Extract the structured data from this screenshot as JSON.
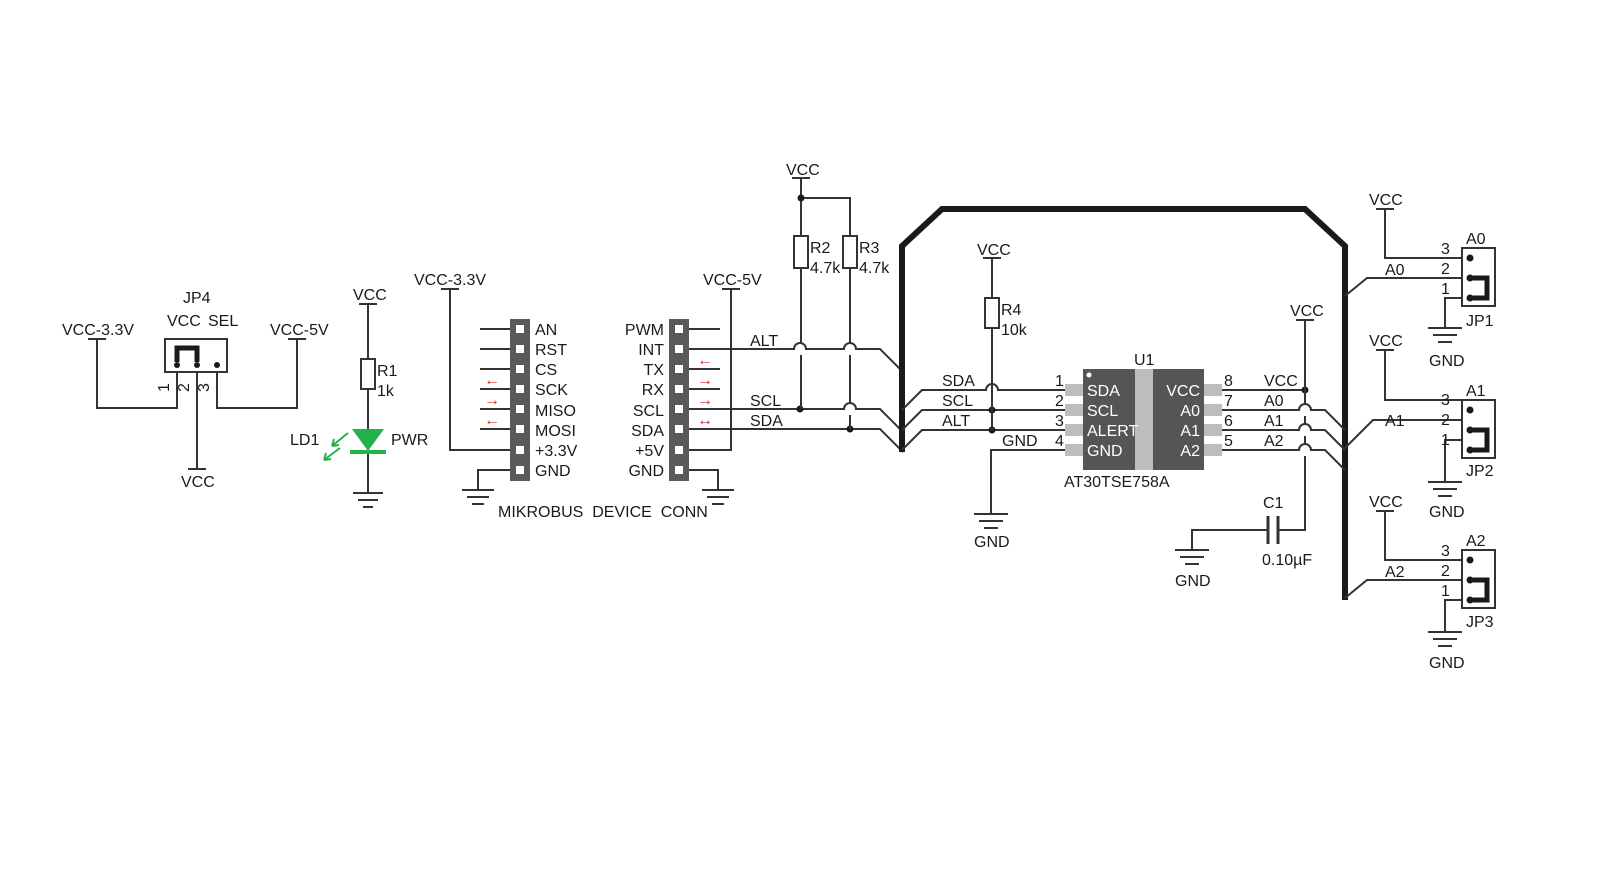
{
  "jp4": {
    "ref": "JP4",
    "pin_vcc": "VCC",
    "pin_sel": "SEL",
    "left_net": "VCC-3.3V",
    "right_net": "VCC-5V",
    "bottom_net": "VCC",
    "pin_numbers": [
      "1",
      "2",
      "3"
    ]
  },
  "led": {
    "supply": "VCC",
    "resistor_ref": "R1",
    "resistor_value": "1k",
    "ref": "LD1",
    "label": "PWR"
  },
  "mikrobus": {
    "left_supply": "VCC-3.3V",
    "right_supply": "VCC-5V",
    "left_pins": [
      "AN",
      "RST",
      "CS",
      "SCK",
      "MISO",
      "MOSI",
      "+3.3V",
      "GND"
    ],
    "right_pins": [
      "PWM",
      "INT",
      "TX",
      "RX",
      "SCL",
      "SDA",
      "+5V",
      "GND"
    ],
    "caption": "MIKROBUS  DEVICE  CONN",
    "net_alt": "ALT",
    "net_scl": "SCL",
    "net_sda": "SDA",
    "arrow_left": "←",
    "arrow_right": "→",
    "arrow_both": "↔"
  },
  "pullups": {
    "supply": "VCC",
    "r2_ref": "R2",
    "r2_value": "4.7k",
    "r3_ref": "R3",
    "r3_value": "4.7k",
    "r4_supply": "VCC",
    "r4_ref": "R4",
    "r4_value": "10k"
  },
  "u1": {
    "ref": "U1",
    "part": "AT30TSE758A",
    "left_pins": [
      {
        "num": "1",
        "name": "SDA",
        "net": "SDA"
      },
      {
        "num": "2",
        "name": "SCL",
        "net": "SCL"
      },
      {
        "num": "3",
        "name": "ALERT",
        "net": "ALT"
      },
      {
        "num": "4",
        "name": "GND",
        "net": "GND"
      }
    ],
    "right_pins": [
      {
        "num": "8",
        "name": "VCC",
        "net": "VCC"
      },
      {
        "num": "7",
        "name": "A0",
        "net": "A0"
      },
      {
        "num": "6",
        "name": "A1",
        "net": "A1"
      },
      {
        "num": "5",
        "name": "A2",
        "net": "A2"
      }
    ],
    "gnd_label": "GND",
    "supply": "VCC"
  },
  "c1": {
    "ref": "C1",
    "value": "0.10µF",
    "gnd_label": "GND"
  },
  "jumpers": [
    {
      "ref": "JP1",
      "header": "A0",
      "net": "A0",
      "supply": "VCC",
      "gnd": "GND",
      "pins": [
        "3",
        "2",
        "1"
      ]
    },
    {
      "ref": "JP2",
      "header": "A1",
      "net": "A1",
      "supply": "VCC",
      "gnd": "GND",
      "pins": [
        "3",
        "2",
        "1"
      ]
    },
    {
      "ref": "JP3",
      "header": "A2",
      "net": "A2",
      "supply": "VCC",
      "gnd": "GND",
      "pins": [
        "3",
        "2",
        "1"
      ]
    }
  ]
}
